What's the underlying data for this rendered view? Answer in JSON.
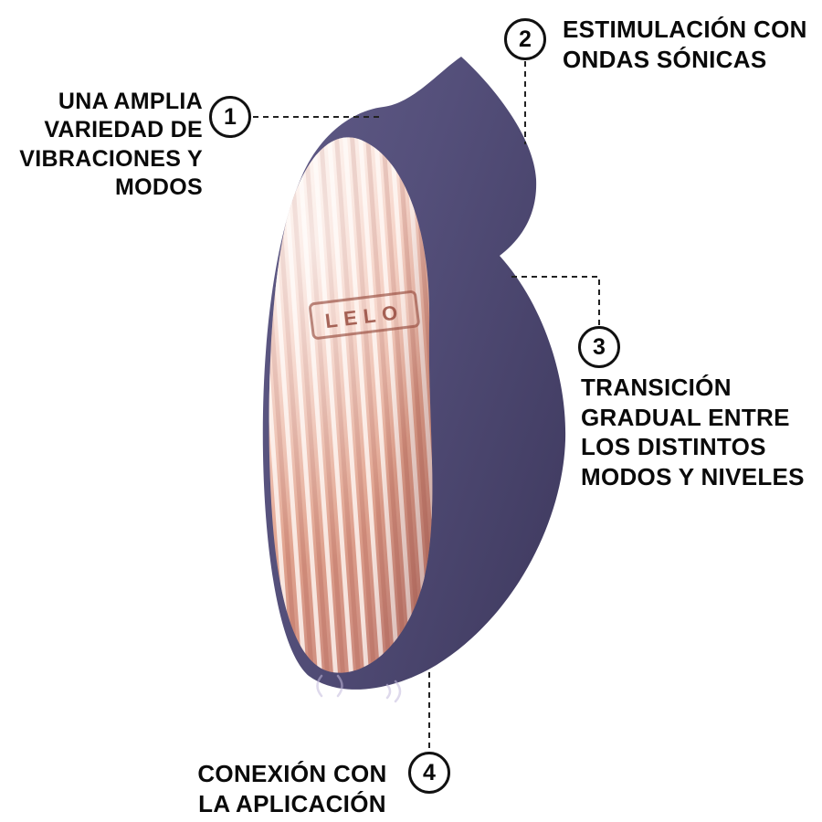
{
  "device": {
    "logo": "LELO",
    "body_color": "#534e78",
    "face_color": "#eebcab",
    "background_color": "#ffffff"
  },
  "callouts": [
    {
      "number": "1",
      "label": "UNA AMPLIA\nVARIEDAD DE\nVIBRACIONES Y\nMODOS"
    },
    {
      "number": "2",
      "label": "ESTIMULACIÓN CON\nONDAS SÓNICAS"
    },
    {
      "number": "3",
      "label": "TRANSICIÓN\nGRADUAL ENTRE\nLOS DISTINTOS\nMODOS Y NIVELES"
    },
    {
      "number": "4",
      "label": "CONEXIÓN CON\nLA APLICACIÓN"
    }
  ]
}
